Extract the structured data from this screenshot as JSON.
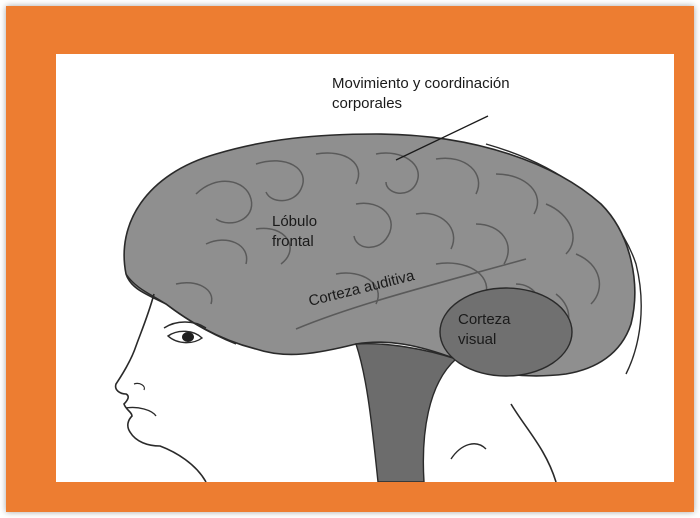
{
  "labels": {
    "movement_line1": "Movimiento y coordinación",
    "movement_line2": "corporales",
    "frontal_line1": "Lóbulo",
    "frontal_line2": "frontal",
    "auditory": "Corteza auditiva",
    "visual_line1": "Corteza",
    "visual_line2": "visual"
  },
  "colors": {
    "frame": "#ED7D31",
    "panel": "#ffffff",
    "brain": "#8f8f8f",
    "brain_fold": "#5a5a5a",
    "head_outline": "#2a2a2a",
    "brainstem": "#6c6c6c",
    "visual_cortex": "#707070"
  }
}
